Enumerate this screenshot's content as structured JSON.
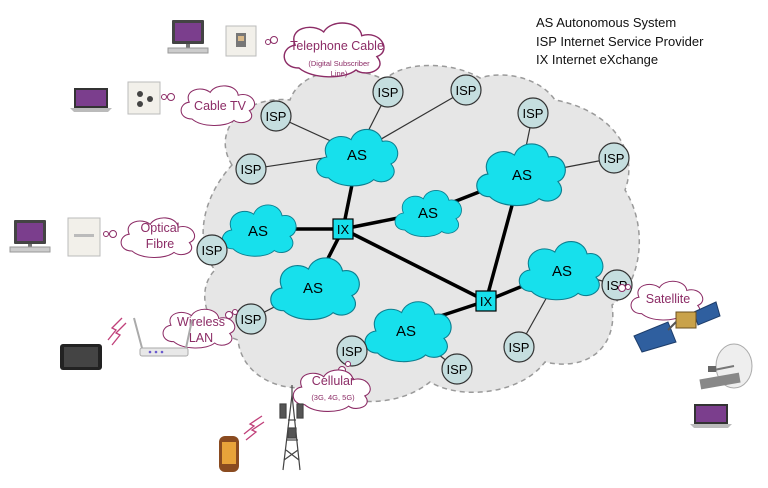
{
  "legend": [
    "AS Autonomous System",
    "ISP Internet Service Provider",
    "IX Internet eXchange"
  ],
  "node_labels": {
    "as": "AS",
    "isp": "ISP",
    "ix": "IX"
  },
  "access_methods": {
    "telephone": {
      "title": "Telephone Cable",
      "subtitle_line1": "(Digital Subscriber",
      "subtitle_line2": "Line)"
    },
    "cable_tv": {
      "title": "Cable TV"
    },
    "optical": {
      "line1": "Optical",
      "line2": "Fibre"
    },
    "wireless": {
      "line1": "Wireless",
      "line2": "LAN"
    },
    "cellular": {
      "title": "Cellular",
      "subtitle": "(3G, 4G, 5G)"
    },
    "satellite": {
      "title": "Satellite"
    }
  },
  "colors": {
    "as_fill": "#17e0ec",
    "isp_fill": "#c5dedf",
    "ix_fill": "#17e0ec",
    "internet_cloud": "#e6e6e6",
    "bubble_stroke": "#8c2c66",
    "bubble_text": "#8c2c66"
  }
}
